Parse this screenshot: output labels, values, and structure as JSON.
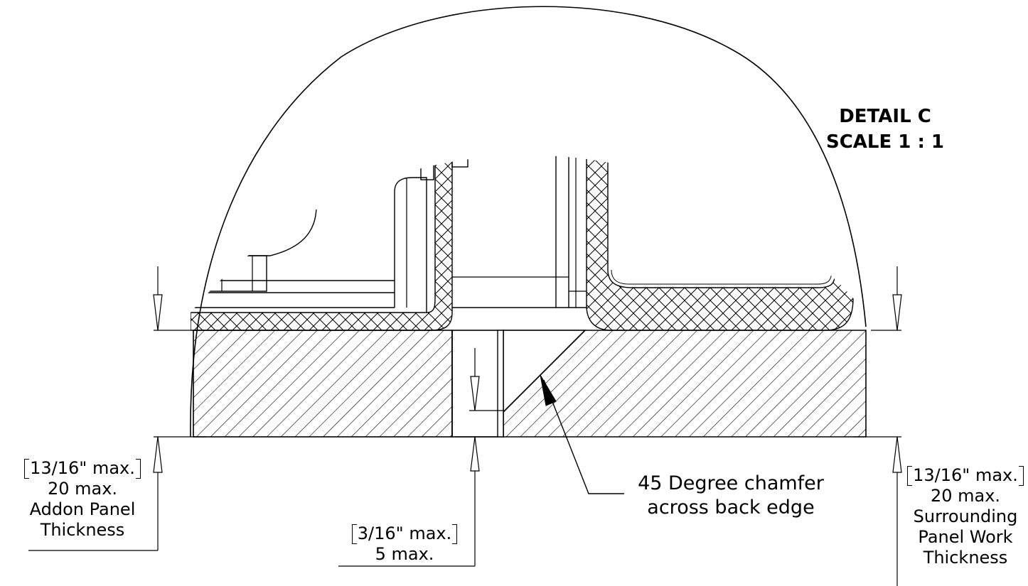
{
  "title": {
    "line1": "DETAIL C",
    "line2": "SCALE 1 : 1"
  },
  "dimensions": {
    "left": {
      "imperial": "13/16\" max.",
      "metric": "20 max.",
      "caption1": "Addon Panel",
      "caption2": "Thickness"
    },
    "gap": {
      "imperial": "3/16\" max.",
      "metric": "5 max."
    },
    "right": {
      "imperial": "13/16\" max.",
      "metric": "20 max.",
      "caption1": "Surrounding",
      "caption2": "Panel Work",
      "caption3": "Thickness"
    }
  },
  "annotation": {
    "line1": "45 Degree chamfer",
    "line2": "across back edge"
  }
}
